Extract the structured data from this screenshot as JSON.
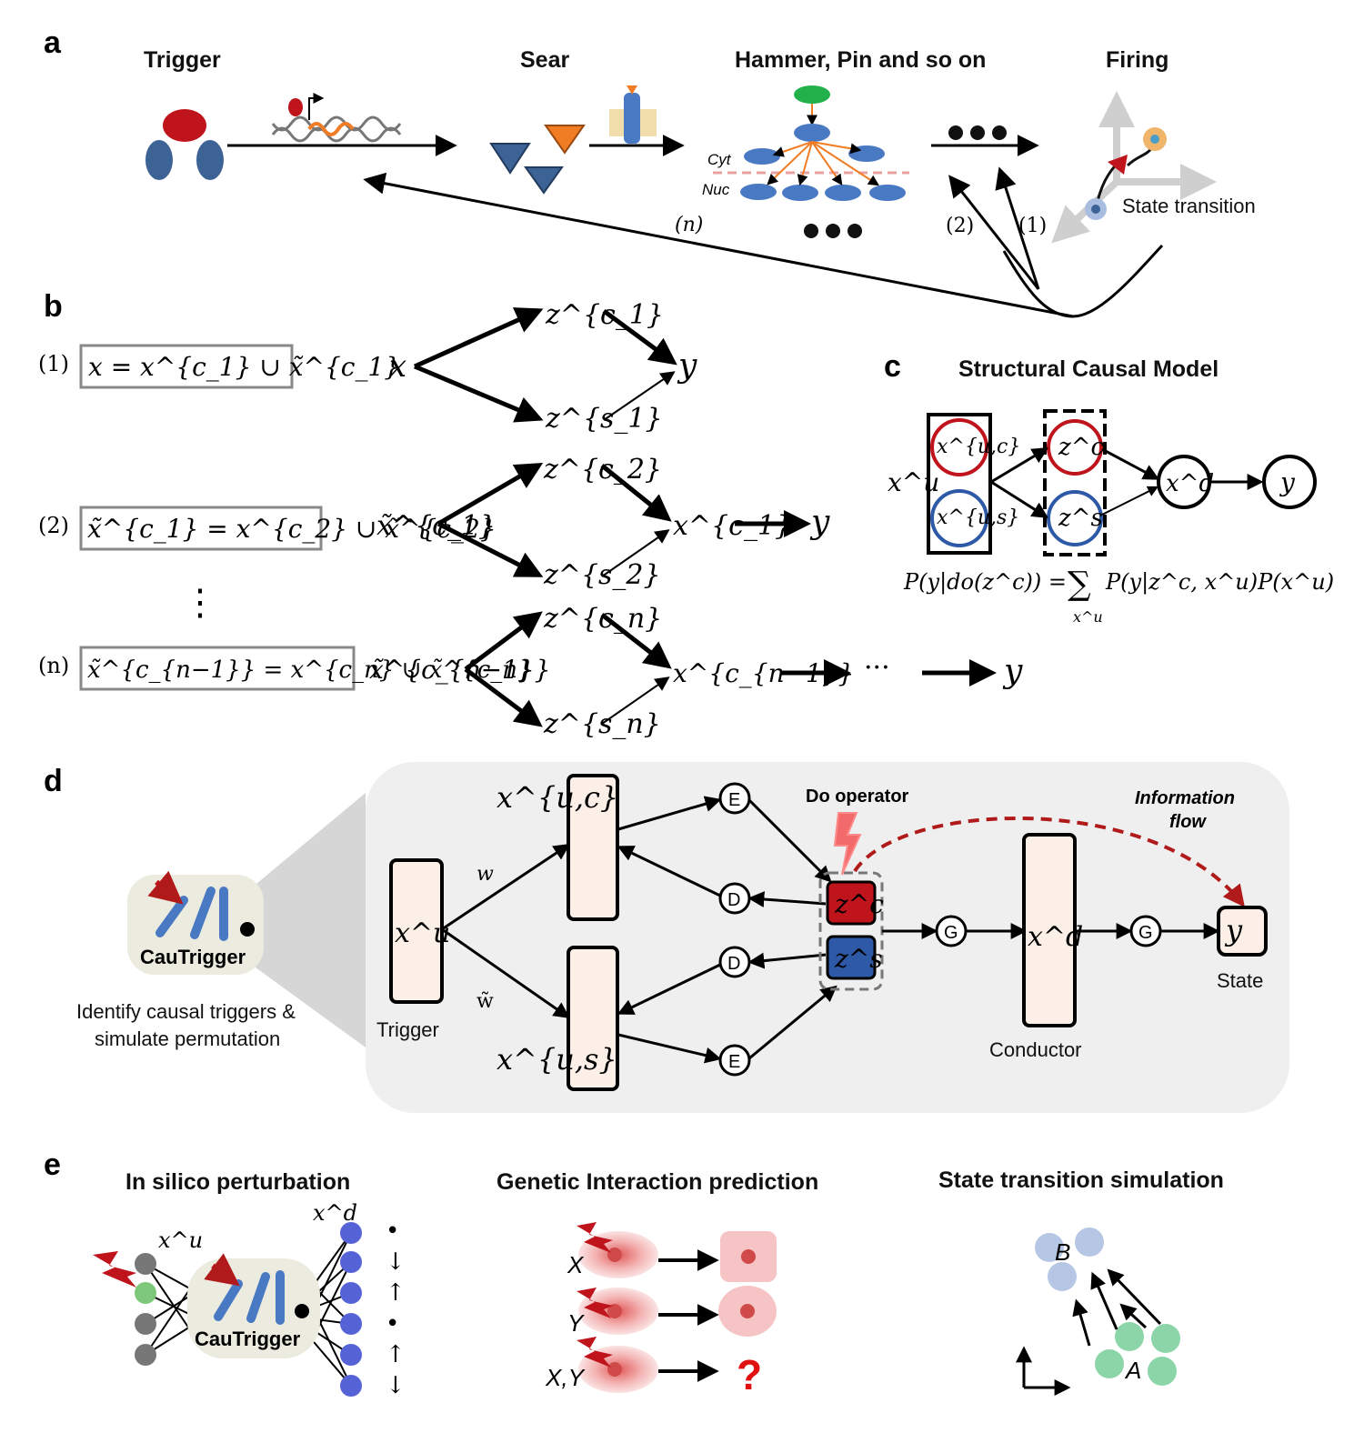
{
  "colors": {
    "red": "#c0141c",
    "dark_red": "#b01a1a",
    "blue": "#3d6295",
    "light_blue": "#4a79c4",
    "orange": "#f07c24",
    "green": "#22b04a",
    "panel_bg": "#efefef",
    "node_fill": "#fbefe8",
    "node_blue": "#5563d6",
    "node_green": "#7dc87a",
    "light_green": "#7fd0a0",
    "light_blue_dot": "#a9bde0"
  },
  "panels": {
    "a": "a",
    "b": "b",
    "c": "c",
    "d": "d",
    "e": "e"
  },
  "panel_a": {
    "trigger": "Trigger",
    "sear": "Sear",
    "hammer": "Hammer, Pin and so on",
    "firing": "Firing",
    "cyt": "Cyt",
    "nuc": "Nuc",
    "state_transition": "State transition",
    "arrow_n": "(n)",
    "arrow_2": "(2)",
    "arrow_1": "(1)"
  },
  "panel_b": {
    "rows": [
      {
        "index": "(1)",
        "equation": "x = x^{c_1} ∪ x̃^{c_1}",
        "input": "x",
        "zc": "z^{c_1}",
        "zs": "z^{s_1}",
        "output": "y"
      },
      {
        "index": "(2)",
        "equation": "x̃^{c_1} = x^{c_2} ∪ x̃^{c_2}",
        "input": "x̃^{c_1}",
        "zc": "z^{c_2}",
        "zs": "z^{s_2}",
        "output": "x^{c_1}",
        "final": "y"
      },
      {
        "index": "(n)",
        "equation": "x̃^{c_{n−1}} = x^{c_n} ∪ x̃^{c_n}",
        "input": "x̃^{c_{n−1}}",
        "zc": "z^{c_n}",
        "zs": "z^{s_n}",
        "output": "x^{c_{n−1}}",
        "dots": "···",
        "final": "y"
      }
    ],
    "vdots": "⋮"
  },
  "panel_c": {
    "title": "Structural Causal Model",
    "xu": "x^u",
    "xuc": "x^{u,c}",
    "xus": "x^{u,s}",
    "zc": "z^c",
    "zs": "z^s",
    "xd": "x^d",
    "y": "y",
    "formula_lhs": "P(y|do(z^c)) =",
    "formula_sum_sub": "x^u",
    "formula_rhs": "P(y|z^c, x^u)P(x^u)"
  },
  "panel_d": {
    "app_name": "CauTrigger",
    "caption_1": "Identify causal triggers &",
    "caption_2": "simulate permutation",
    "trigger_label": "Trigger",
    "xu": "x^u",
    "xuc": "x^{u,c}",
    "xus": "x^{u,s}",
    "w": "w",
    "w_tilde": "w̃",
    "e": "E",
    "d": "D",
    "g": "G",
    "zc": "z^c",
    "zs": "z^s",
    "do_operator": "Do operator",
    "info_flow_1": "Information",
    "info_flow_2": "flow",
    "xd": "x^d",
    "conductor": "Conductor",
    "y": "y",
    "state": "State"
  },
  "panel_e": {
    "title_1": "In silico perturbation",
    "title_2": "Genetic Interaction prediction",
    "title_3": "State transition simulation",
    "app_name": "CauTrigger",
    "xu": "x^u",
    "xd": "x^d",
    "labels": [
      "X",
      "Y",
      "X,Y"
    ],
    "question": "?",
    "state_a": "A",
    "state_b": "B",
    "trend": [
      "•",
      "↓",
      "↑",
      "•",
      "↑",
      "↓"
    ]
  }
}
